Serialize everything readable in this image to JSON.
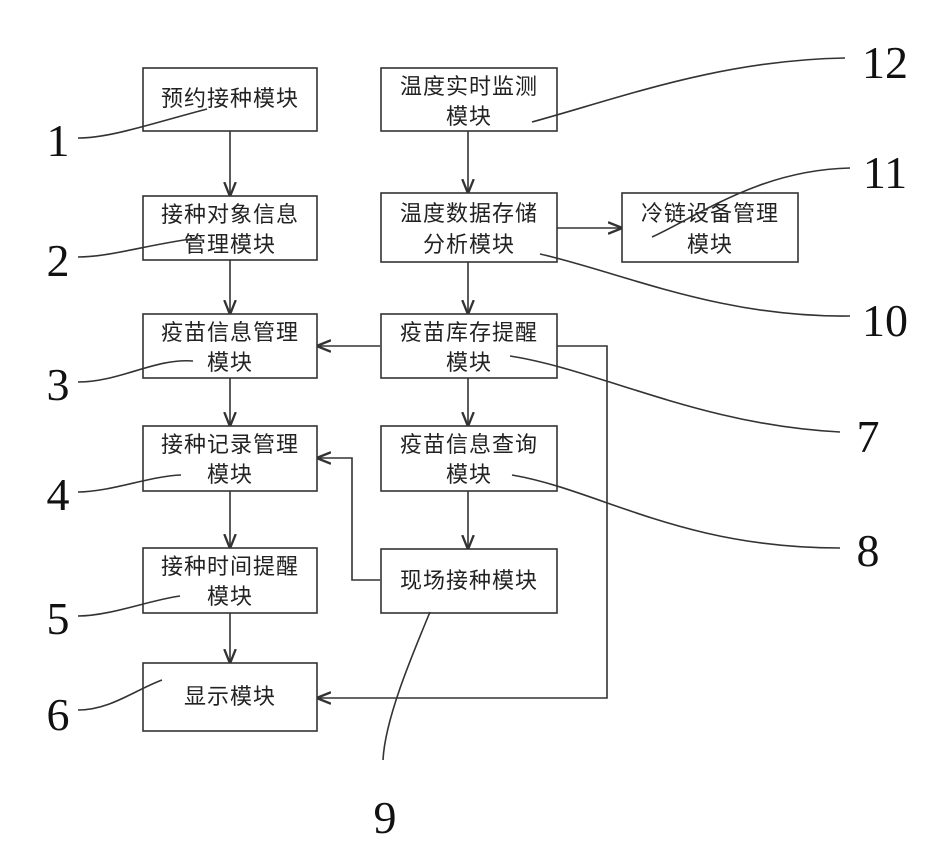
{
  "modules": {
    "appointment": {
      "line1": "预约接种模块",
      "line2": ""
    },
    "recipient_info": {
      "line1": "接种对象信息",
      "line2": "管理模块"
    },
    "vaccine_info": {
      "line1": "疫苗信息管理",
      "line2": "模块"
    },
    "vaccination_record": {
      "line1": "接种记录管理",
      "line2": "模块"
    },
    "vaccination_reminder": {
      "line1": "接种时间提醒",
      "line2": "模块"
    },
    "display": {
      "line1": "显示模块",
      "line2": ""
    },
    "temp_monitor": {
      "line1": "温度实时监测",
      "line2": "模块"
    },
    "temp_storage": {
      "line1": "温度数据存储",
      "line2": "分析模块"
    },
    "cold_chain": {
      "line1": "冷链设备管理",
      "line2": "模块"
    },
    "inventory_alert": {
      "line1": "疫苗库存提醒",
      "line2": "模块"
    },
    "vaccine_query": {
      "line1": "疫苗信息查询",
      "line2": "模块"
    },
    "onsite_vaccination": {
      "line1": "现场接种模块",
      "line2": ""
    }
  },
  "labels": {
    "n1": "1",
    "n2": "2",
    "n3": "3",
    "n4": "4",
    "n5": "5",
    "n6": "6",
    "n7": "7",
    "n8": "8",
    "n9": "9",
    "n10": "10",
    "n11": "11",
    "n12": "12"
  }
}
